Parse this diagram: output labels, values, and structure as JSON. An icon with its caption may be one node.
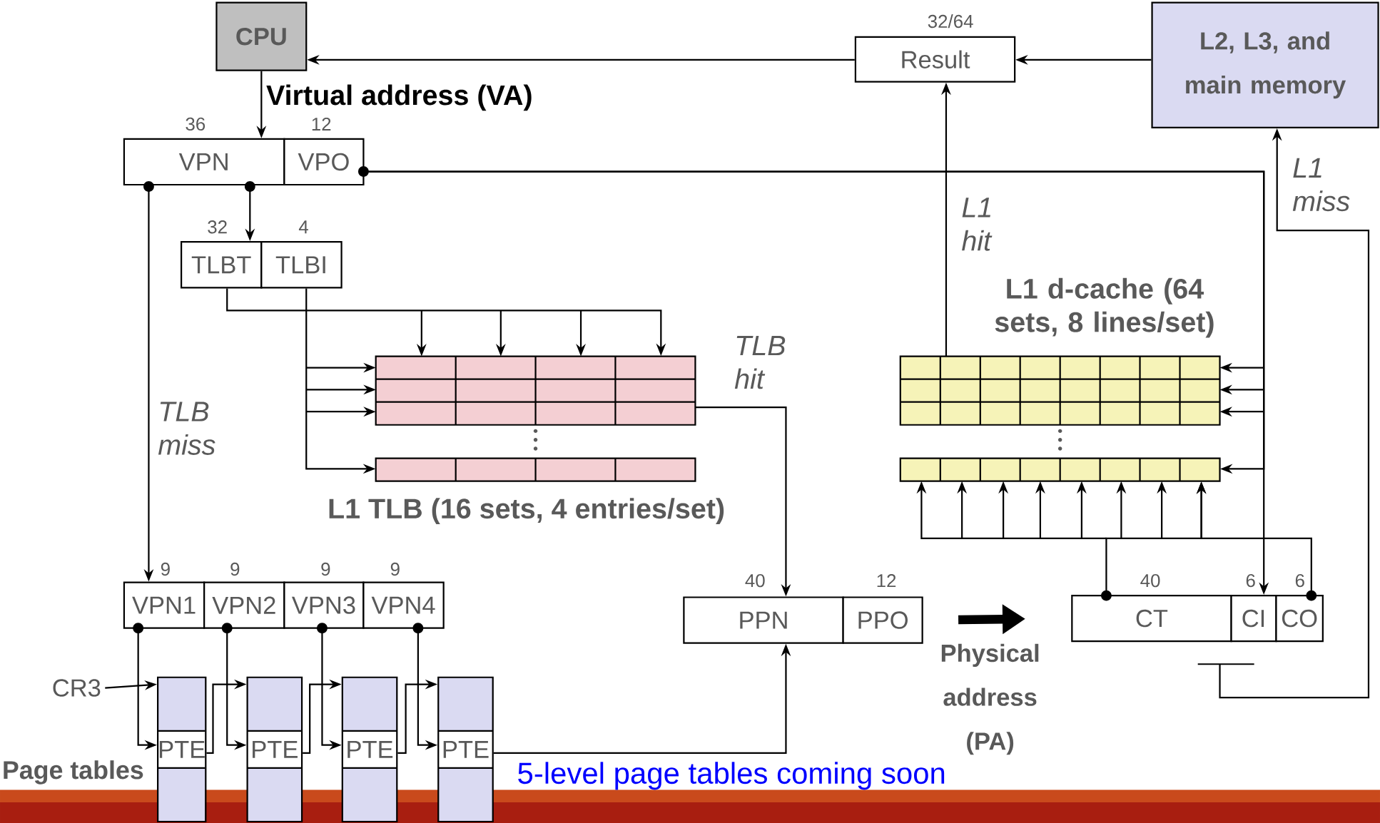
{
  "diagram": {
    "nodes": [
      {
        "text": [
          "CPU"
        ]
      },
      {
        "text": [
          "Result"
        ],
        "beside": [
          "32/64"
        ]
      },
      {
        "text": [
          "L2, L3, and main memory"
        ]
      },
      {
        "text": [
          "VPN"
        ],
        "beside": [
          "36"
        ]
      },
      {
        "text": [
          "VPO"
        ],
        "beside": [
          "12"
        ]
      },
      {
        "text": [
          "TLBT"
        ],
        "beside": [
          "32"
        ]
      },
      {
        "text": [
          "TLBI"
        ],
        "beside": [
          "4"
        ]
      },
      {
        "text": [
          "L1 TLB (16 sets, 4 entries/set)"
        ]
      },
      {
        "text": [
          "L1 d-cache (64 sets, 8 lines/set)"
        ]
      },
      {
        "text": [
          "VPN1"
        ],
        "beside": [
          "9"
        ]
      },
      {
        "text": [
          "VPN2"
        ],
        "beside": [
          "9"
        ]
      },
      {
        "text": [
          "VPN3"
        ],
        "beside": [
          "9"
        ]
      },
      {
        "text": [
          "VPN4"
        ],
        "beside": [
          "9"
        ]
      },
      {
        "text": [
          "PPN"
        ],
        "beside": [
          "40"
        ]
      },
      {
        "text": [
          "PPO"
        ],
        "beside": [
          "12"
        ]
      },
      {
        "text": [
          "CT"
        ],
        "beside": [
          "40"
        ]
      },
      {
        "text": [
          "CI"
        ],
        "beside": [
          "6"
        ]
      },
      {
        "text": [
          "CO"
        ],
        "beside": [
          "6"
        ]
      },
      {
        "text": [
          "PTE"
        ]
      },
      {
        "text": [
          "PTE"
        ]
      },
      {
        "text": [
          "PTE"
        ]
      },
      {
        "text": [
          "PTE"
        ]
      },
      {
        "text": [
          "CR3"
        ]
      }
    ],
    "edges": [
      {
        "from": 0,
        "to": 3,
        "arrow": "to",
        "label": "Virtual address (VA)"
      },
      {
        "from": 3,
        "to": 5,
        "arrow": "to"
      },
      {
        "from": 5,
        "to": 7,
        "arrow": "to"
      },
      {
        "from": 6,
        "to": 7,
        "arrow": "to"
      },
      {
        "from": 7,
        "to": 13,
        "arrow": "to",
        "label": "TLB hit"
      },
      {
        "from": 3,
        "to": 9,
        "arrow": "to",
        "label": "TLB miss"
      },
      {
        "from": 22,
        "to": 18,
        "arrow": "to"
      },
      {
        "from": 9,
        "to": 18,
        "arrow": "to"
      },
      {
        "from": 18,
        "to": 19,
        "arrow": "to"
      },
      {
        "from": 10,
        "to": 19,
        "arrow": "to"
      },
      {
        "from": 19,
        "to": 20,
        "arrow": "to"
      },
      {
        "from": 11,
        "to": 20,
        "arrow": "to"
      },
      {
        "from": 20,
        "to": 21,
        "arrow": "to"
      },
      {
        "from": 12,
        "to": 21,
        "arrow": "to"
      },
      {
        "from": 21,
        "to": 13,
        "arrow": "to"
      },
      {
        "from": 4,
        "to": 16,
        "arrow": "to"
      },
      {
        "from": 4,
        "to": 8,
        "arrow": "to"
      },
      {
        "from": 15,
        "to": 8,
        "arrow": "to"
      },
      {
        "from": 17,
        "to": 8,
        "arrow": "to"
      },
      {
        "from": null,
        "to": 2,
        "arrow": "to",
        "label": "L1 miss"
      },
      {
        "from": 8,
        "to": 1,
        "arrow": "to",
        "label": "L1 hit"
      },
      {
        "from": 1,
        "to": 0,
        "arrow": "to"
      },
      {
        "from": 2,
        "to": 1,
        "arrow": "to"
      },
      {
        "from": 14,
        "to": 15,
        "arrow": "to",
        "style": "thick",
        "label": "Physical address (PA)"
      }
    ],
    "labels": [
      "Page tables",
      "5-level page tables coming soon"
    ]
  }
}
